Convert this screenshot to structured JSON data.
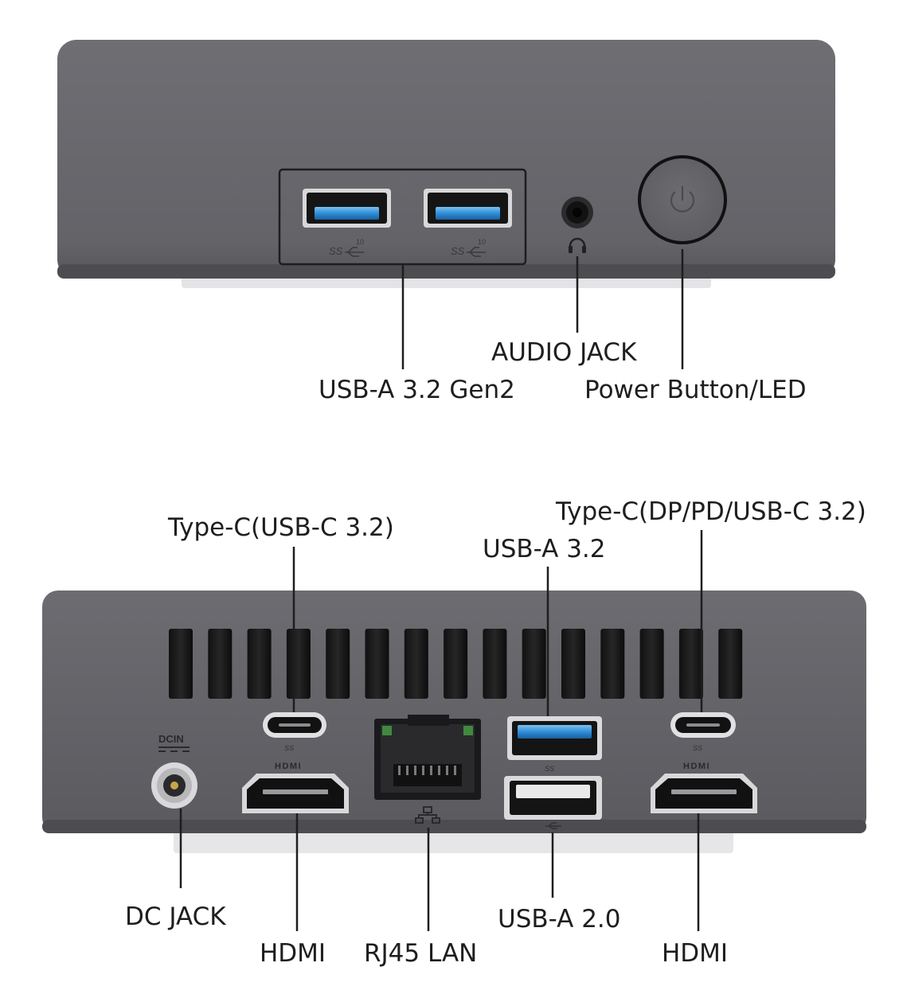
{
  "front_panel": {
    "usb_a_logo": "SS",
    "usb_a_speed": "10",
    "labels": {
      "usb_a": "USB-A 3.2 Gen2",
      "audio": "AUDIO JACK",
      "power": "Power Button/LED"
    }
  },
  "rear_panel": {
    "dc_marking": "DCIN",
    "hdmi_logo": "HDMI",
    "usbc_logo": "SS",
    "usb_a_logo": "SS",
    "labels": {
      "type_c_left": "Type-C(USB-C 3.2)",
      "type_c_right": "Type-C(DP/PD/USB-C 3.2)",
      "usb_a_32": "USB-A 3.2",
      "dc_jack": "DC JACK",
      "hdmi_left": "HDMI",
      "rj45": "RJ45 LAN",
      "usb_a_20": "USB-A 2.0",
      "hdmi_right": "HDMI"
    }
  },
  "colors": {
    "chassis": "#646469",
    "chassis_dark": "#4e4e53",
    "usb3_blue": "#2f8fd8",
    "foot": "#e6e6e8",
    "line": "#1e1e1e"
  }
}
